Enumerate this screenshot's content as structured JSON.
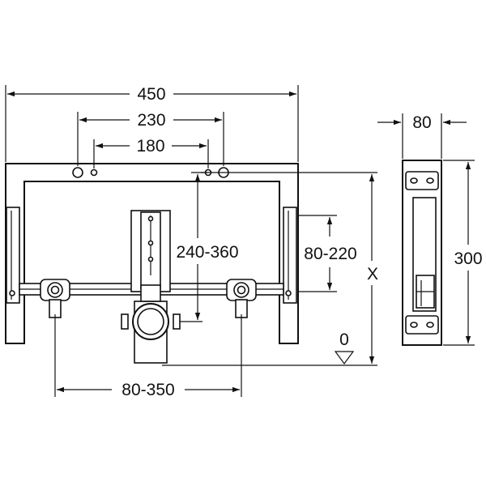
{
  "dimensions": {
    "total_width": "450",
    "outer_holes": "230",
    "inner_holes": "180",
    "pipe_height": "240-360",
    "bracket_range": "80-220",
    "height_x": "X",
    "floor_zero": "0",
    "fitting_spacing": "80-350",
    "depth": "80",
    "side_height": "300"
  },
  "colors": {
    "line": "#111111",
    "fill": "#ffffff",
    "shade": "#d9d9d9"
  }
}
